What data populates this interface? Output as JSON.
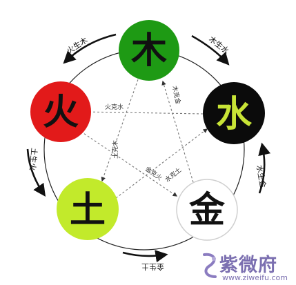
{
  "elements": {
    "wood": {
      "char": "木",
      "fill": "#1e9a14",
      "text_color": "#111111"
    },
    "water": {
      "char": "水",
      "fill": "#0b0b0b",
      "text_color": "#c8e436"
    },
    "metal": {
      "char": "金",
      "fill": "#ffffff",
      "text_color": "#111111"
    },
    "earth": {
      "char": "土",
      "fill": "#c2ea2b",
      "text_color": "#111111"
    },
    "fire": {
      "char": "火",
      "fill": "#e21a1a",
      "text_color": "#111111"
    }
  },
  "generating_labels": {
    "wood_fire": "火生木",
    "water_wood": "木生水",
    "metal_water": "水生金",
    "earth_metal": "金生土",
    "fire_earth": "土生火"
  },
  "overcoming_labels": {
    "wood_earth": "土克木",
    "earth_water": "水克土",
    "water_fire": "火克水",
    "fire_metal": "金克火",
    "metal_wood": "木克金"
  },
  "watermark": {
    "text": "紫微府",
    "url": "www.ziweifu.com"
  }
}
